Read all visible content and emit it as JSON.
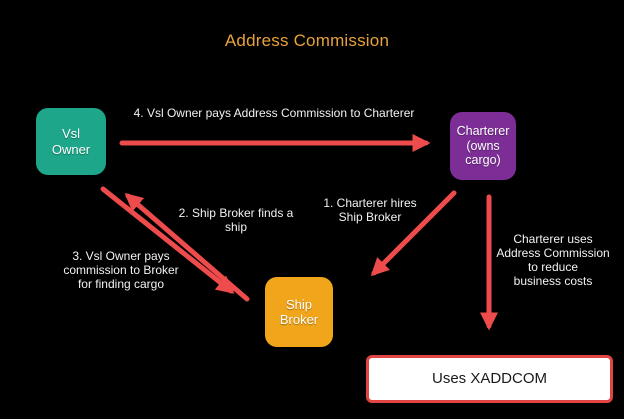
{
  "title": "Address Commission",
  "colors": {
    "background": "#000000",
    "title_text": "#E8A23B",
    "arrow_red": "#EE4B4C",
    "label_text": "#F2F2F2",
    "vsl_owner_box": "#1DA689",
    "charterer_box": "#7C2E96",
    "ship_broker_box": "#F0A51B",
    "xaddcom_fill": "#FFFFFF",
    "xaddcom_border": "#E04543",
    "xaddcom_text": "#1A1A1A"
  },
  "nodes": {
    "vsl_owner": {
      "label": "Vsl\nOwner",
      "color": "#1DA689"
    },
    "charterer": {
      "label": "Charterer\n(owns\ncargo)",
      "color": "#7C2E96"
    },
    "ship_broker": {
      "label": "Ship\nBroker",
      "color": "#F0A51B"
    },
    "uses_xaddcom": {
      "label": "Uses XADDCOM",
      "color": "#FFFFFF"
    }
  },
  "edges": {
    "e1": {
      "from": "Charterer",
      "to": "Ship Broker",
      "label": "1. Charterer hires\nShip Broker"
    },
    "e2": {
      "from": "Ship Broker",
      "to": "Vsl Owner",
      "label": "2. Ship Broker finds a\nship"
    },
    "e3": {
      "from": "Vsl Owner",
      "to": "Ship Broker",
      "label": "3. Vsl Owner pays\ncommission to Broker\nfor finding cargo"
    },
    "e4": {
      "from": "Vsl Owner",
      "to": "Charterer",
      "label": "4. Vsl Owner pays Address Commission to Charterer"
    },
    "e5": {
      "from": "Charterer",
      "to": "Uses XADDCOM",
      "label": "Charterer uses\nAddress Commission\nto reduce\nbusiness costs"
    }
  }
}
